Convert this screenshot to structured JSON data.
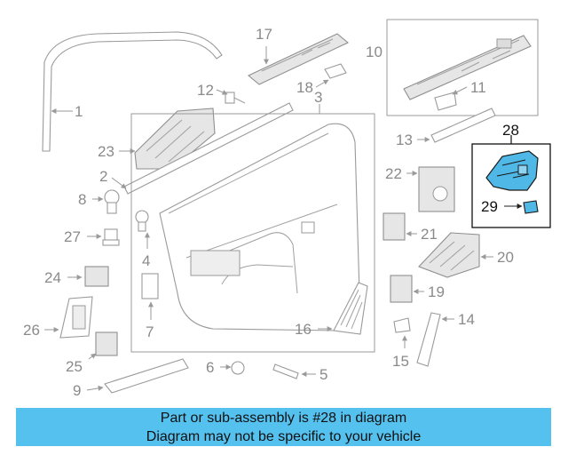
{
  "diagram": {
    "highlight_color": "#4fb8e6",
    "callouts": {
      "p1": "1",
      "p2": "2",
      "p3": "3",
      "p5": "5",
      "p6": "6",
      "p7": "7",
      "p8": "8",
      "p9": "9",
      "p10": "10",
      "p11": "11",
      "p12": "12",
      "p13": "13",
      "p14": "14",
      "p15": "15",
      "p16": "16",
      "p17": "17",
      "p18": "18",
      "p19": "19",
      "p20": "20",
      "p21": "21",
      "p22": "22",
      "p23": "23",
      "p24": "24",
      "p25": "25",
      "p26": "26",
      "p27": "27",
      "p28": "28",
      "p29": "29",
      "p4": "4"
    }
  },
  "banner": {
    "line1": "Part or sub-assembly is #28 in diagram",
    "line2": "Diagram may not be specific to your vehicle",
    "color": "#55c1ef"
  }
}
